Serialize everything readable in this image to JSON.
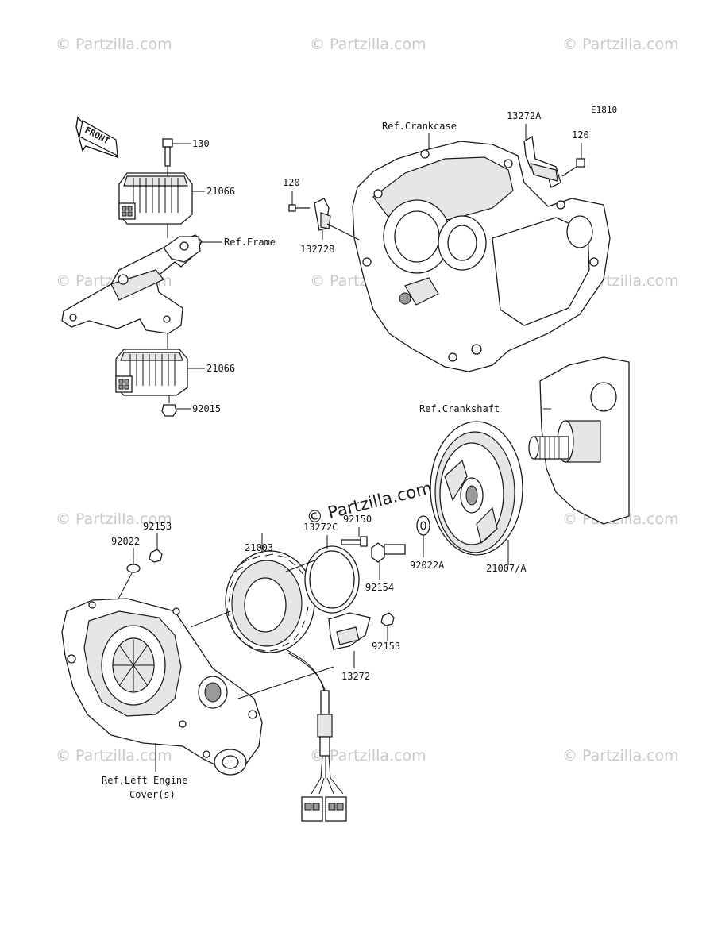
{
  "diagram": {
    "code": "E1810",
    "front_label": "FRONT",
    "watermark": "© Partzilla.com",
    "watermark_center": "© Partzilla.com",
    "labels": {
      "p130": "130",
      "p21066_top": "21066",
      "ref_frame": "Ref.Frame",
      "p21066_bottom": "21066",
      "p92015": "92015",
      "p120_left": "120",
      "p13272B": "13272B",
      "ref_crankcase": "Ref.Crankcase",
      "p13272A": "13272A",
      "p120_right": "120",
      "ref_crankshaft": "Ref.Crankshaft",
      "p92153_top": "92153",
      "p92022": "92022",
      "p21003": "21003",
      "p13272C": "13272C",
      "p92150": "92150",
      "p92154": "92154",
      "p92022A": "92022A",
      "p21007A": "21007/A",
      "p92153_mid": "92153",
      "p13272": "13272",
      "ref_left_cover_l1": "Ref.Left Engine",
      "ref_left_cover_l2": "Cover(s)"
    }
  }
}
